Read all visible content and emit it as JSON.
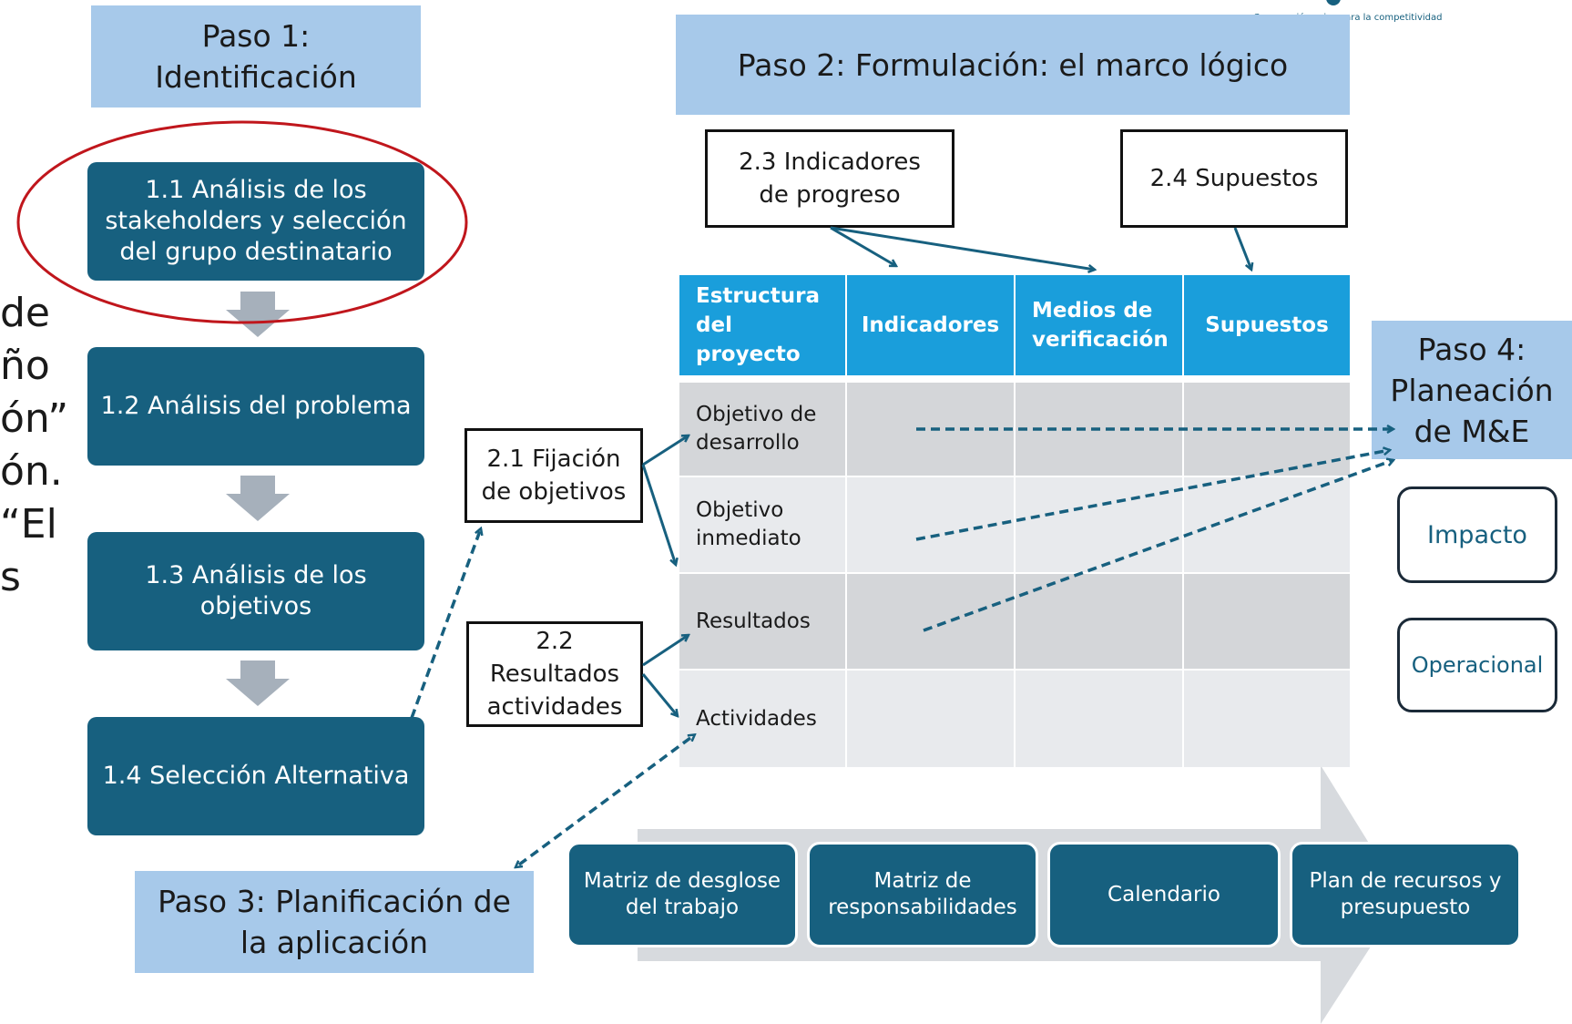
{
  "logo": {
    "tagline": "Cooperación suiza para la competitividad"
  },
  "step1": {
    "title": "Paso 1: Identificación",
    "items": [
      "1.1 Análisis de los stakeholders y selección del grupo destinatario",
      "1.2 Análisis del problema",
      "1.3 Análisis de los objetivos",
      "1.4 Selección Alternativa"
    ]
  },
  "left_fragments": [
    "de",
    "ño",
    "ón”",
    "ón.",
    "“El",
    "s"
  ],
  "step2": {
    "title": "Paso 2: Formulación: el marco lógico",
    "indicators_box": "2.3 Indicadores de progreso",
    "assumptions_box": "2.4 Supuestos",
    "objectives_box": "2.1 Fijación de objetivos",
    "results_box": "2.2 Resultados actividades"
  },
  "matrix": {
    "headers": [
      "Estructura del proyecto",
      "Indicadores",
      "Medios de verificación",
      "Supuestos"
    ],
    "rows": [
      "Objetivo de desarrollo",
      "Objetivo inmediato",
      "Resultados",
      "Actividades"
    ]
  },
  "step3": {
    "title": "Paso 3: Planificación de la aplicación",
    "items": [
      "Matriz de desglose del trabajo",
      "Matriz de responsabilidades",
      "Calendario",
      "Plan de recursos y presupuesto"
    ]
  },
  "step4": {
    "title": "Paso 4: Planeación de M&E",
    "items": [
      "Impacto",
      "Operacional"
    ]
  },
  "colors": {
    "dark_teal": "#17607f",
    "light_blue": "#a7c9ea",
    "header_blue": "#1a9edb",
    "accent_red": "#c0161c"
  }
}
